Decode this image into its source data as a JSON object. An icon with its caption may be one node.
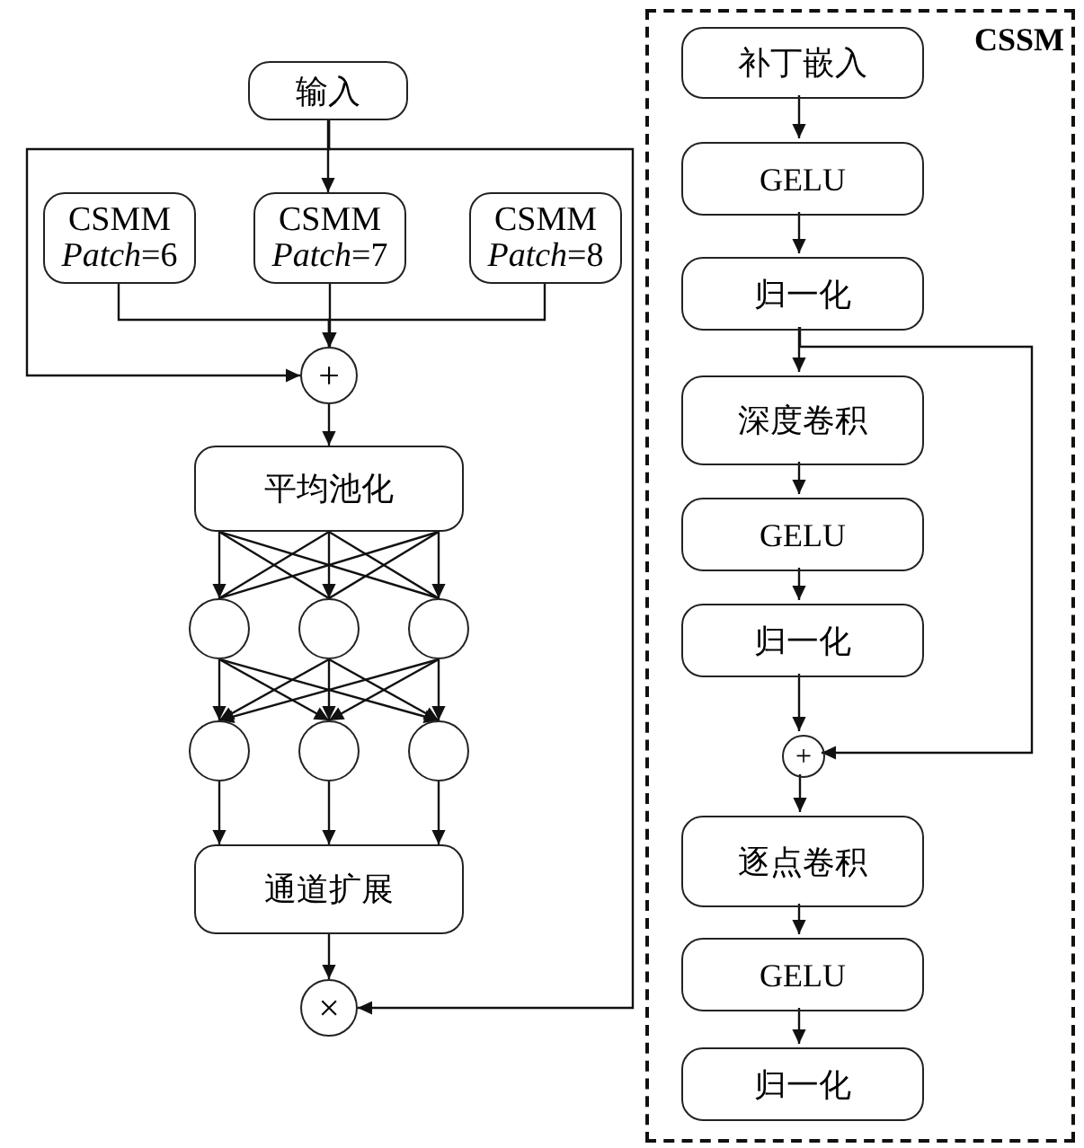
{
  "diagram": {
    "nodes": [
      {
        "text": [
          "输入"
        ]
      },
      {
        "text": [
          "CSMM",
          "*Patch*=6"
        ]
      },
      {
        "text": [
          "CSMM",
          "*Patch*=7"
        ]
      },
      {
        "text": [
          "CSMM",
          "*Patch*=8"
        ]
      },
      {
        "text": [
          "+"
        ]
      },
      {
        "text": [
          "平均池化"
        ]
      },
      {
        "text": [],
        "shape": "circle"
      },
      {
        "text": [],
        "shape": "circle"
      },
      {
        "text": [],
        "shape": "circle"
      },
      {
        "text": [],
        "shape": "circle"
      },
      {
        "text": [],
        "shape": "circle"
      },
      {
        "text": [],
        "shape": "circle"
      },
      {
        "text": [
          "通道扩展"
        ]
      },
      {
        "text": [
          "×"
        ]
      },
      {
        "text": [
          "CSSM"
        ]
      },
      {
        "text": [
          "补丁嵌入"
        ],
        "in": 14
      },
      {
        "text": [
          "GELU"
        ],
        "in": 14
      },
      {
        "text": [
          "归一化"
        ],
        "in": 14
      },
      {
        "text": [
          "深度卷积"
        ],
        "in": 14
      },
      {
        "text": [
          "GELU"
        ],
        "in": 14
      },
      {
        "text": [
          "归一化"
        ],
        "in": 14
      },
      {
        "text": [
          "+"
        ],
        "in": 14
      },
      {
        "text": [
          "逐点卷积"
        ],
        "in": 14
      },
      {
        "text": [
          "GELU"
        ],
        "in": 14
      },
      {
        "text": [
          "归一化"
        ],
        "in": 14
      }
    ],
    "edges": [
      {
        "from": 0,
        "to": 2,
        "arrow": "to"
      },
      {
        "from": 0,
        "to": 4,
        "arrow": "to"
      },
      {
        "from": 0,
        "to": 13,
        "arrow": "to"
      },
      {
        "from": 1,
        "to": 4,
        "arrow": "to"
      },
      {
        "from": 2,
        "to": 4,
        "arrow": "to"
      },
      {
        "from": 3,
        "to": 4,
        "arrow": "to"
      },
      {
        "from": 4,
        "to": 5,
        "arrow": "to"
      },
      {
        "from": 5,
        "to": 6,
        "arrow": "to"
      },
      {
        "from": 5,
        "to": 7,
        "arrow": "to"
      },
      {
        "from": 5,
        "to": 8,
        "arrow": "to"
      },
      {
        "from": 6,
        "to": 9,
        "arrow": "to"
      },
      {
        "from": 6,
        "to": 10,
        "arrow": "to"
      },
      {
        "from": 6,
        "to": 11,
        "arrow": "to"
      },
      {
        "from": 7,
        "to": 9,
        "arrow": "to"
      },
      {
        "from": 7,
        "to": 10,
        "arrow": "to"
      },
      {
        "from": 7,
        "to": 11,
        "arrow": "to"
      },
      {
        "from": 8,
        "to": 9,
        "arrow": "to"
      },
      {
        "from": 8,
        "to": 10,
        "arrow": "to"
      },
      {
        "from": 8,
        "to": 11,
        "arrow": "to"
      },
      {
        "from": 9,
        "to": 12,
        "arrow": "to"
      },
      {
        "from": 10,
        "to": 12,
        "arrow": "to"
      },
      {
        "from": 11,
        "to": 12,
        "arrow": "to"
      },
      {
        "from": 12,
        "to": 13,
        "arrow": "to"
      },
      {
        "from": 15,
        "to": 16,
        "arrow": "to"
      },
      {
        "from": 16,
        "to": 17,
        "arrow": "to"
      },
      {
        "from": 17,
        "to": 18,
        "arrow": "to"
      },
      {
        "from": 17,
        "to": 21,
        "arrow": "to"
      },
      {
        "from": 18,
        "to": 19,
        "arrow": "to"
      },
      {
        "from": 19,
        "to": 20,
        "arrow": "to"
      },
      {
        "from": 20,
        "to": 21,
        "arrow": "to"
      },
      {
        "from": 21,
        "to": 22,
        "arrow": "to"
      },
      {
        "from": 22,
        "to": 23,
        "arrow": "to"
      },
      {
        "from": 23,
        "to": 24,
        "arrow": "to"
      }
    ]
  }
}
